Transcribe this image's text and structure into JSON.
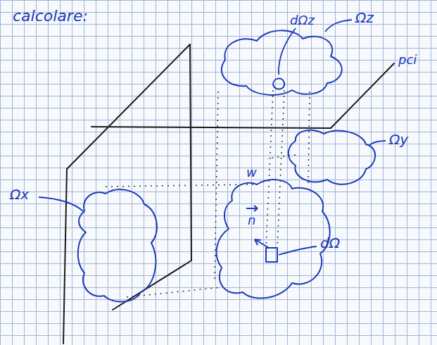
{
  "diagram": {
    "labels": [
      "calcolare:",
      "Ωz",
      "dΩz",
      "pci",
      "Ωy",
      "Ωx",
      "w",
      "n",
      "dΩ"
    ]
  }
}
